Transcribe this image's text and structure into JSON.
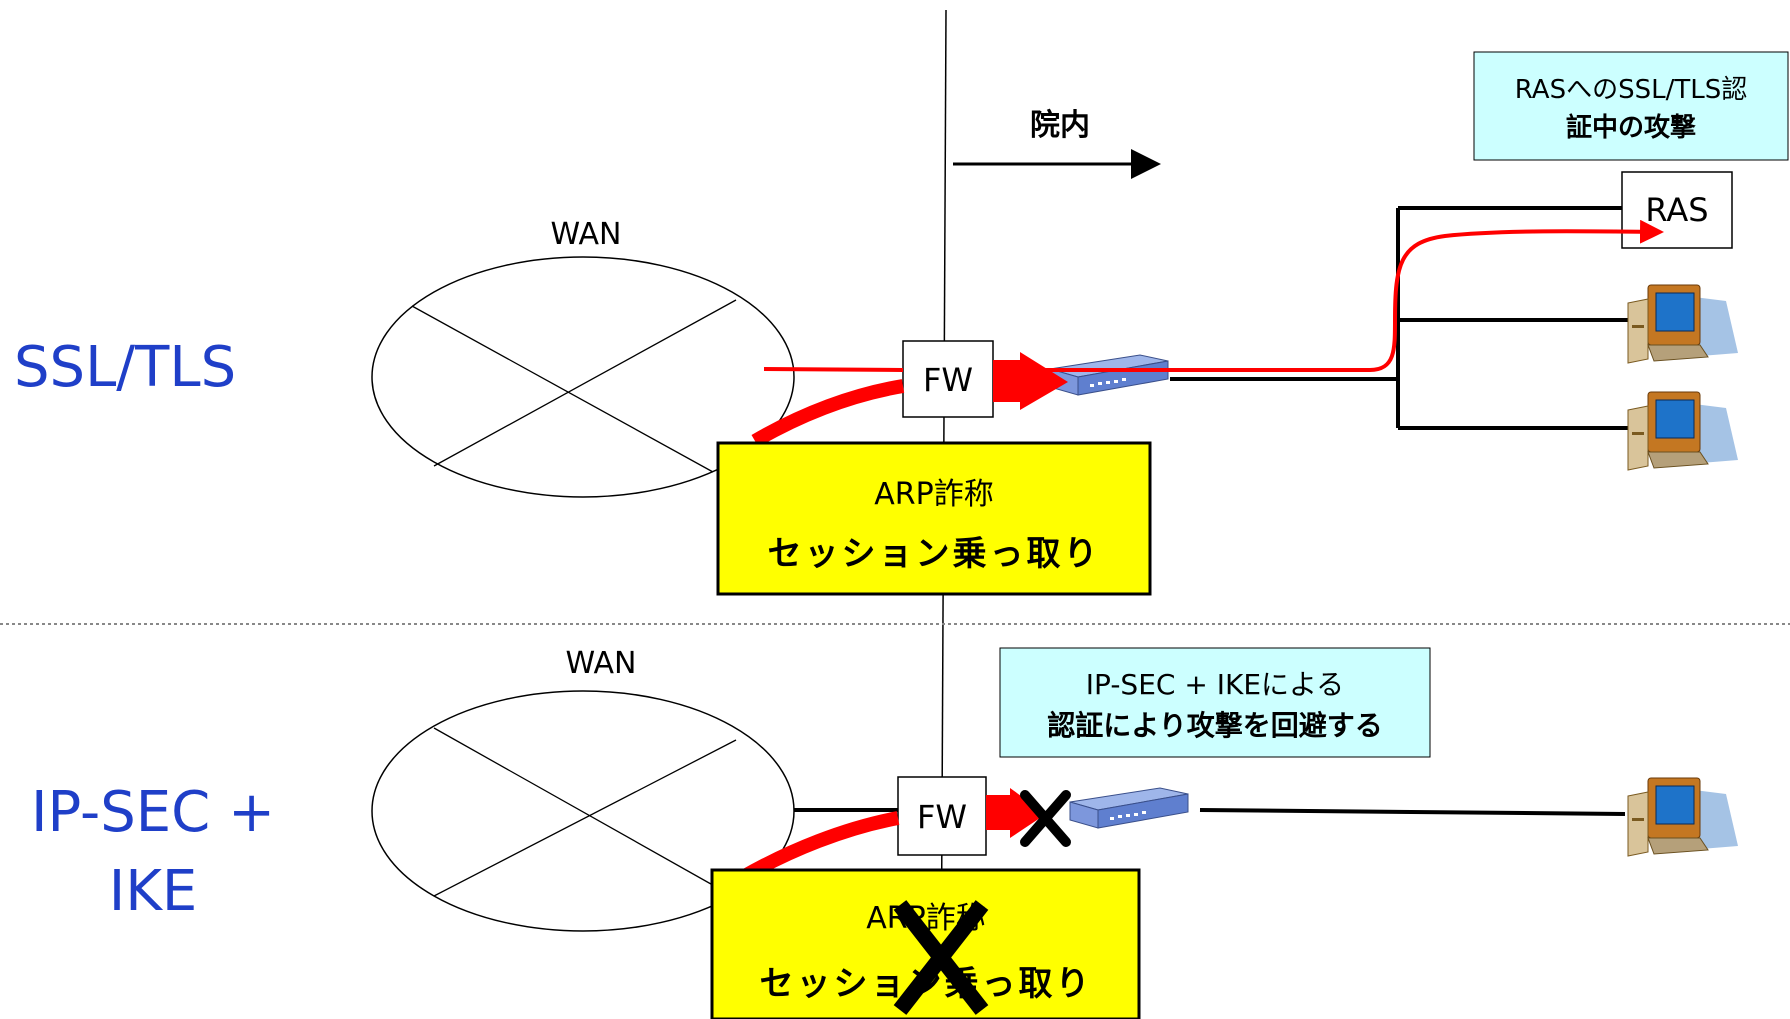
{
  "direction_label": "院内",
  "top": {
    "protocol_label": "SSL/TLS",
    "wan_label": "WAN",
    "fw_label": "FW",
    "ras_label": "RAS",
    "callout_line1": "RASへのSSL/TLS認",
    "callout_line2": "証中の攻撃",
    "attack_line1": "ARP詐称",
    "attack_line2": "セッション乗っ取り"
  },
  "bottom": {
    "protocol_line1": "IP-SEC +",
    "protocol_line2": "IKE",
    "wan_label": "WAN",
    "fw_label": "FW",
    "callout_line1": "IP-SEC + IKEによる",
    "callout_line2": "認証により攻撃を回避する",
    "attack_line1": "ARP詐称",
    "attack_line2": "セッション乗っ取り"
  },
  "colors": {
    "attack_arrow": "#ff0000",
    "callout_fill": "#ccffff",
    "attack_box_fill": "#ffff00",
    "protocol_text": "#1f3fc8",
    "router_body": "#6f8fd6",
    "pc_monitor": "#b36b1c"
  },
  "icons": {
    "router": "router-icon",
    "pc": "desktop-computer-icon",
    "blocked": "cross-mark-icon"
  }
}
